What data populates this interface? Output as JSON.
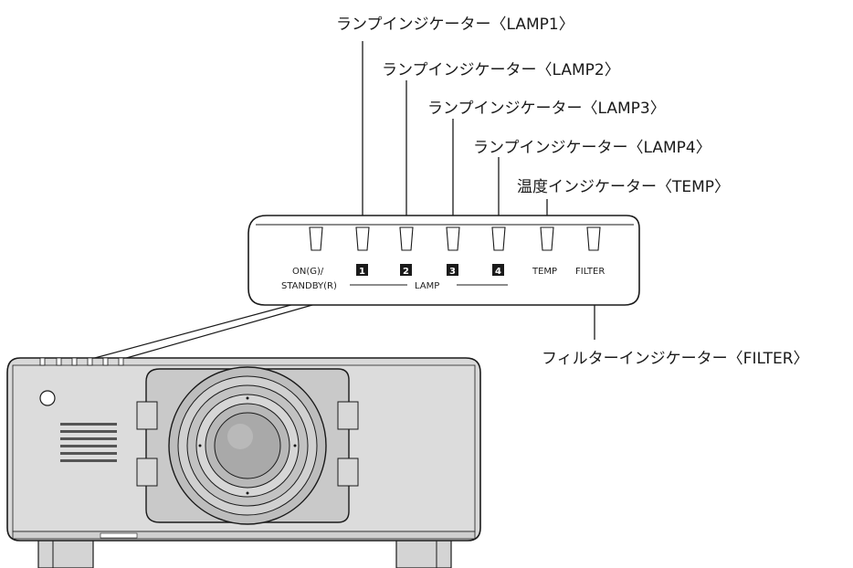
{
  "callouts": {
    "lamp1": "ランプインジケーター〈LAMP1〉",
    "lamp2": "ランプインジケーター〈LAMP2〉",
    "lamp3": "ランプインジケーター〈LAMP3〉",
    "lamp4": "ランプインジケーター〈LAMP4〉",
    "temp": "温度インジケーター〈TEMP〉",
    "filter": "フィルターインジケーター〈FILTER〉"
  },
  "panel": {
    "on_label": "ON(G)/",
    "standby_label": "STANDBY(R)",
    "lamp_numbers": [
      "1",
      "2",
      "3",
      "4"
    ],
    "lamp_label": "LAMP",
    "temp_label": "TEMP",
    "filter_label": "FILTER"
  },
  "colors": {
    "line": "#1a1a1a",
    "panel_fill": "#ffffff",
    "projector_body": "#d9d9d9",
    "projector_front": "#c8c8c8",
    "lens_inner": "#b5b5b5",
    "badge": "#1a1a1a"
  }
}
